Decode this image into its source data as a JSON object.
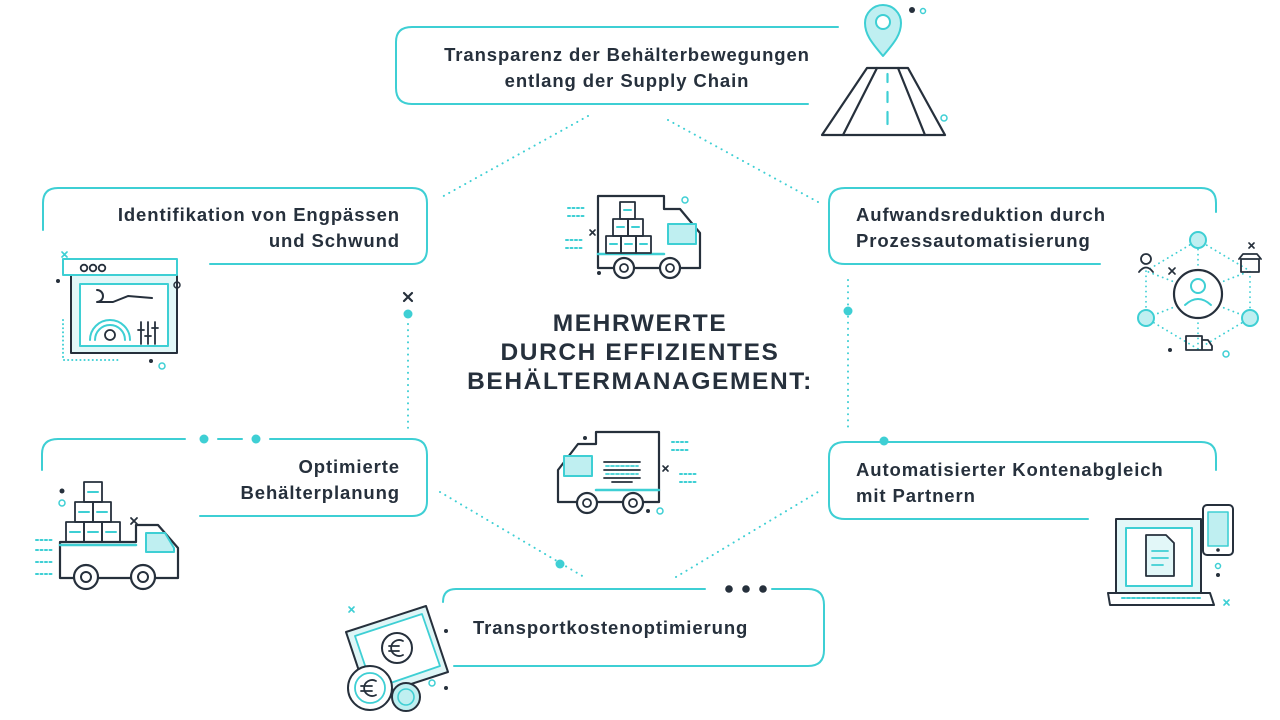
{
  "headline": {
    "line1": "MEHRWERTE",
    "line2": "DURCH EFFIZIENTES",
    "line3": "BEHÄLTERMANAGEMENT:"
  },
  "benefits": {
    "transparency": {
      "line1": "Transparenz der Behälterbewegungen",
      "line2": "entlang der Supply Chain"
    },
    "identification": {
      "line1": "Identifikation von Engpässen",
      "line2": "und Schwund"
    },
    "automation": {
      "line1": "Aufwandsreduktion durch",
      "line2": "Prozessautomatisierung"
    },
    "planning": {
      "line1": "Optimierte",
      "line2": "Behälterplanung"
    },
    "reconciliation": {
      "line1": "Automatisierter Kontenabgleich",
      "line2": "mit Partnern"
    },
    "transport": {
      "line1": "Transportkostenoptimierung"
    }
  },
  "icons": {
    "transparency": "road-location-pin-icon",
    "identification": "browser-settings-icon",
    "automation": "user-network-icon",
    "planning": "truck-with-boxes-icon",
    "reconciliation": "laptop-phone-document-icon",
    "transport": "banknote-euro-coins-icon",
    "center_top": "delivery-truck-boxes-icon",
    "center_bottom": "box-truck-icon"
  },
  "colors": {
    "accent": "#3ecfd4",
    "dark": "#26303c",
    "fill": "#dff6f7"
  }
}
